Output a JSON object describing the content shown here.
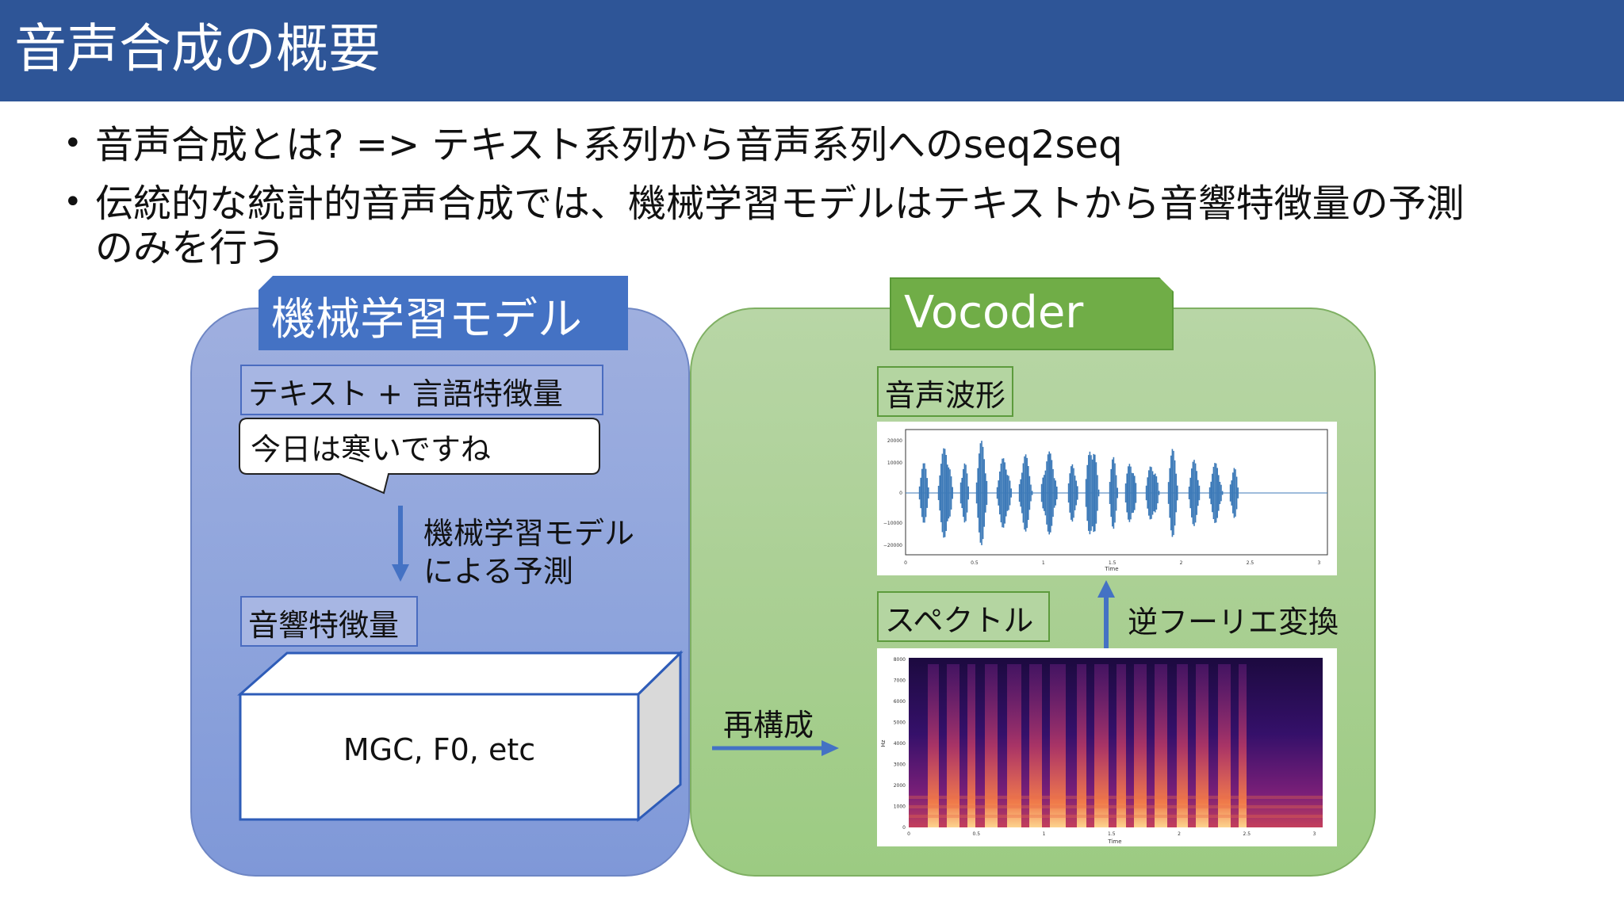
{
  "slide": {
    "title": "音声合成の概要",
    "bullets": [
      "音声合成とは? => テキスト系列から音声系列へのseq2seq",
      "伝統的な統計的音声合成では、機械学習モデルはテキストから音響特徴量の予測",
      "のみを行う"
    ],
    "bullet_symbol": "•"
  },
  "left_panel": {
    "tag": "機械学習モデル",
    "input_label": "テキスト + 言語特徴量",
    "speech_bubble": "今日は寒いですね",
    "arrow_label_line1": "機械学習モデル",
    "arrow_label_line2": "による予測",
    "feature_label": "音響特徴量",
    "box_text": "MGC, F0, etc"
  },
  "middle": {
    "arrow_label": "再構成"
  },
  "right_panel": {
    "tag": "Vocoder",
    "waveform_label": "音声波形",
    "spectrum_label": "スペクトル",
    "arrow_label": "逆フーリエ変換"
  },
  "waveform_plot": {
    "y_ticks": [
      "20000",
      "10000",
      "0",
      "−10000",
      "−20000"
    ],
    "x_ticks": [
      "0",
      "0.5",
      "1",
      "1.5",
      "2",
      "2.5",
      "3"
    ],
    "xlabel": "Time",
    "color": "#3d7ab8"
  },
  "spectrogram_plot": {
    "y_ticks": [
      "8000",
      "7000",
      "6000",
      "5000",
      "4000",
      "3000",
      "2000",
      "1000",
      "0"
    ],
    "x_ticks": [
      "0",
      "0.5",
      "1",
      "1.5",
      "2",
      "2.5",
      "3"
    ],
    "xlabel": "Time",
    "ylabel": "Hz"
  },
  "colors": {
    "title_bar": "#2e5597",
    "blue_tag": "#4472c4",
    "green_tag": "#70ad47",
    "arrow": "#4472c4"
  }
}
